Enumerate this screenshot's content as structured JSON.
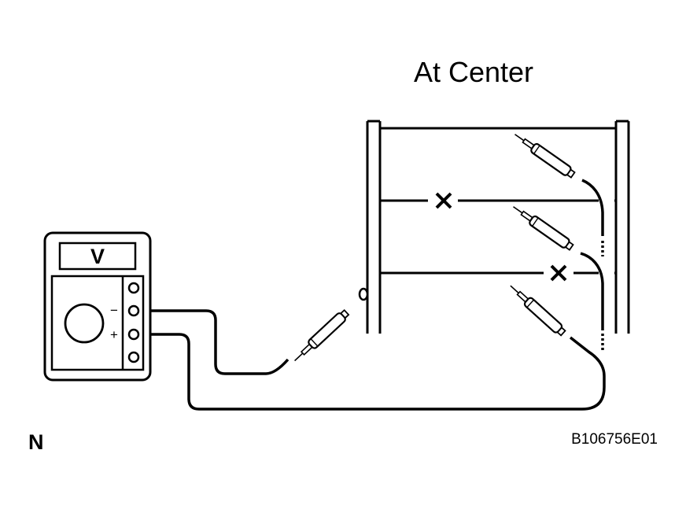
{
  "title": "At Center",
  "meter": {
    "display_label": "V",
    "minus_label": "−",
    "plus_label": "+"
  },
  "corner_label": "N",
  "figure_code": "B106756E01",
  "colors": {
    "ink": "#000000",
    "paper": "#ffffff",
    "display_fill": "#ffffff"
  }
}
